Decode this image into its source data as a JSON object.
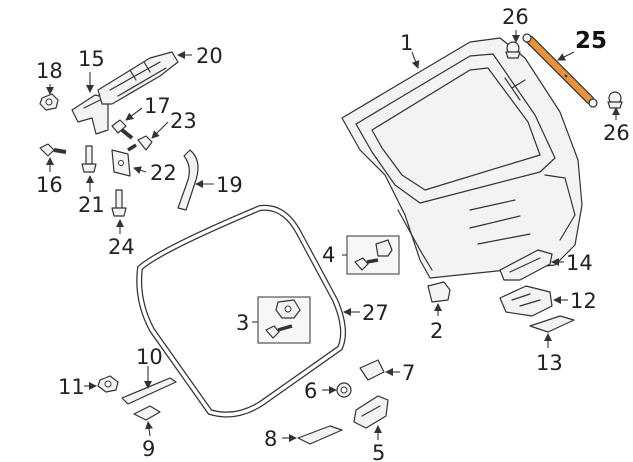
{
  "diagram": {
    "callouts": {
      "c1": "1",
      "c2": "2",
      "c3": "3",
      "c4": "4",
      "c5": "5",
      "c6": "6",
      "c7": "7",
      "c8": "8",
      "c9": "9",
      "c10": "10",
      "c11": "11",
      "c12": "12",
      "c13": "13",
      "c14": "14",
      "c15": "15",
      "c16": "16",
      "c17": "17",
      "c18": "18",
      "c19": "19",
      "c20": "20",
      "c21": "21",
      "c22": "22",
      "c23": "23",
      "c24": "24",
      "c25": "25",
      "c26a": "26",
      "c26b": "26",
      "c27": "27"
    },
    "colors": {
      "highlight": "#e8923a",
      "linework": "#333333",
      "background": "#ffffff"
    },
    "highlighted_part": "25"
  }
}
